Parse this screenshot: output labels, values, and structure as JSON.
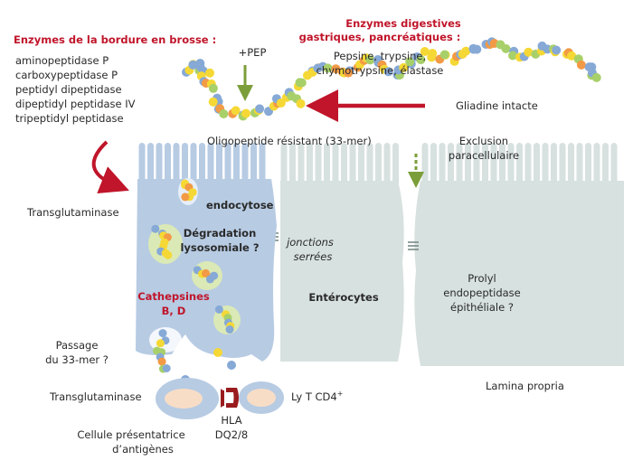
{
  "colors": {
    "cell_blue": "#b7cbe3",
    "cell_grey": "#d7e1df",
    "accent_red": "#c0152a",
    "arrow_green": "#7b9e3a",
    "bead_yellow": "#f5d835",
    "bead_orange": "#f29a45",
    "bead_blue": "#86a9d6",
    "bead_green": "#a8d06a",
    "vesicle_green": "#dbe9b6"
  },
  "labels": {
    "brush_title": "Enzymes de la bordure en brosse :",
    "brush_enzymes": [
      "aminopeptidase P",
      "carboxypeptidase P",
      "peptidyl dipeptidase",
      "dipeptidyl peptidase IV",
      "tripeptidyl peptidase"
    ],
    "digestive_title_1": "Enzymes digestives",
    "digestive_title_2": "gastriques, pancréatiques :",
    "digestive_list_1": "Pepsine, trypsine,",
    "digestive_list_2": "chymotrypsine, élastase",
    "pep": "+PEP",
    "gliadin": "Gliadine intacte",
    "oligopeptide": "Oligopeptide résistant (33-mer)",
    "exclusion_1": "Exclusion",
    "exclusion_2": "paracellulaire",
    "transglutaminase_top": "Transglutaminase",
    "endocytose": "endocytose",
    "degradation_1": "Dégradation",
    "degradation_2": "lysosomiale ?",
    "jonctions_1": "jonctions",
    "jonctions_2": "serrées",
    "enterocytes": "Entérocytes",
    "prolyl_1": "Prolyl",
    "prolyl_2": "endopeptidase",
    "prolyl_3": "épithéliale ?",
    "cathepsines_1": "Cathepsines",
    "cathepsines_2": "B, D",
    "passage_1": "Passage",
    "passage_2": "du 33-mer ?",
    "transglutaminase_bottom": "Transglutaminase",
    "lyt_main": "Ly T CD4",
    "lyt_sup": "+",
    "hla_1": "HLA",
    "hla_2": "DQ2/8",
    "lamina": "Lamina propria",
    "apc_1": "Cellule présentatrice",
    "apc_2": "d’antigènes"
  }
}
